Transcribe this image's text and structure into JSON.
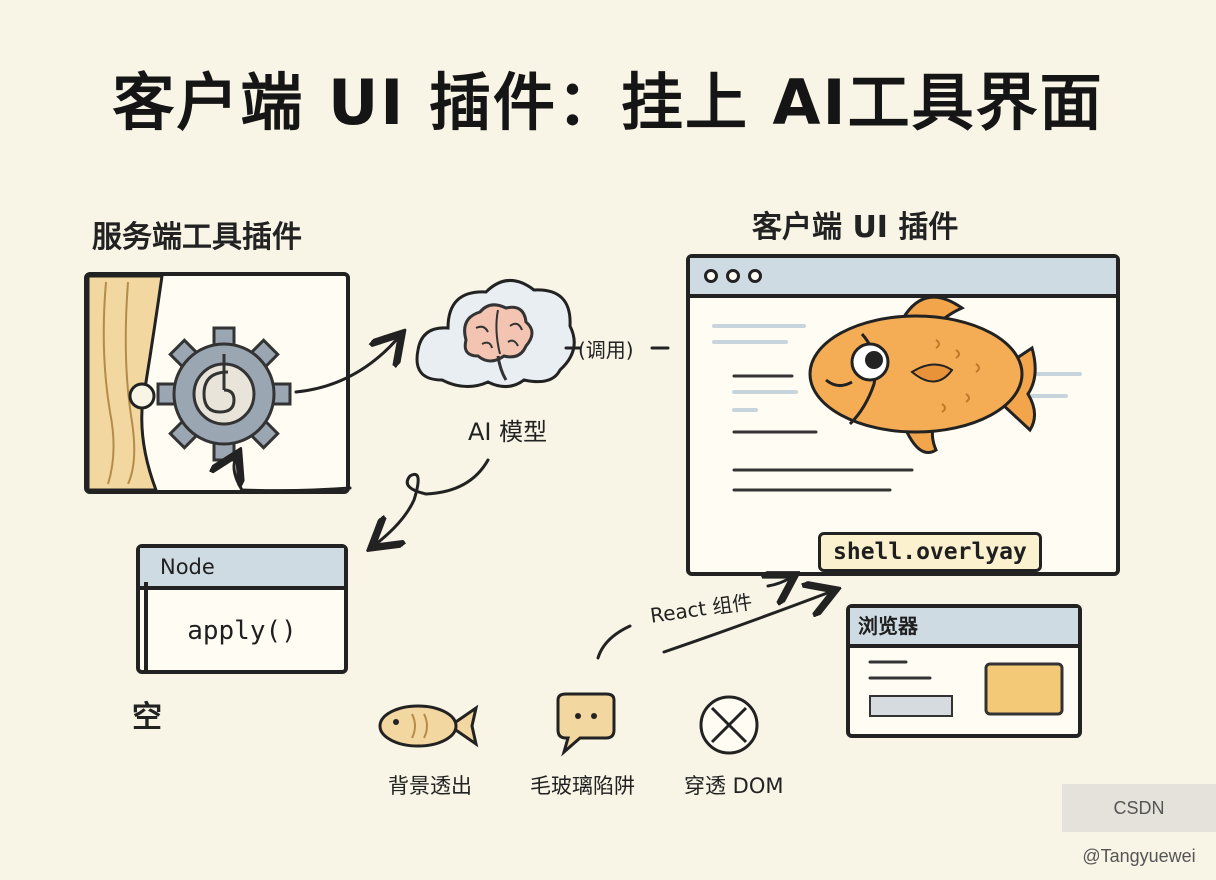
{
  "title": "客户端 UI 插件：挂上 AI工具界面",
  "server_plugin": {
    "label": "服务端工具插件"
  },
  "client_plugin": {
    "label": "客户端 UI 插件"
  },
  "ai_model": {
    "label": "AI 模型",
    "call_label": "(调用)"
  },
  "node_panel": {
    "header": "Node",
    "method": "apply()"
  },
  "empty_label": "空",
  "overlay_chip": {
    "label": "shell.overlyay"
  },
  "react_arrow": {
    "label": "React 组件"
  },
  "browser_panel": {
    "header": "浏览器"
  },
  "features": [
    {
      "icon": "fish-icon",
      "label": "背景透出"
    },
    {
      "icon": "chat-bubble-icon",
      "label": "毛玻璃陷阱"
    },
    {
      "icon": "x-circle-icon",
      "label": "穿透 DOM"
    }
  ],
  "watermark": "CSDN @Tangyuewei",
  "colors": {
    "background": "#f8f5e6",
    "window_bar": "#cfdbe3",
    "fish": "#f2a54a",
    "curtain": "#f3d7a0",
    "gear": "#9aa6b2",
    "brain": "#f2c4b1",
    "cloud": "#e9eef2",
    "browser_block": "#f3c978"
  }
}
